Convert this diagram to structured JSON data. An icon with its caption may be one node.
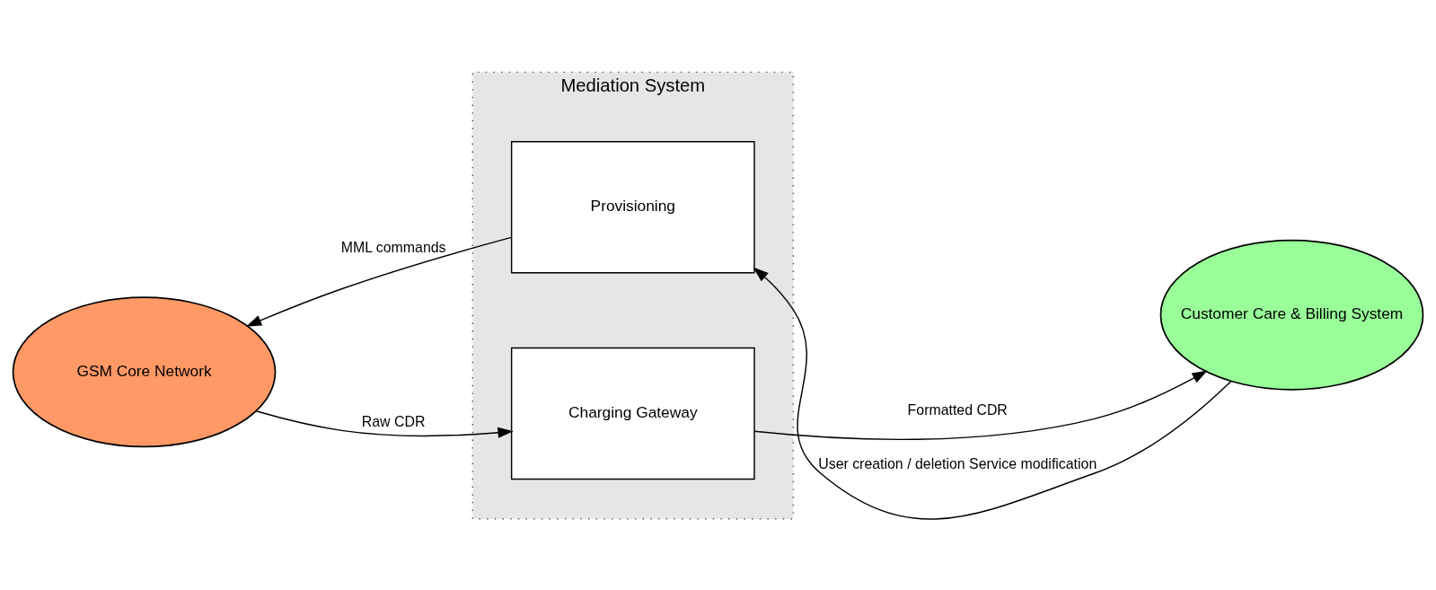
{
  "diagram": {
    "nodes": [
      {
        "text": [
          "Mediation System"
        ]
      },
      {
        "text": [
          "Provisioning"
        ],
        "in": 0
      },
      {
        "text": [
          "Charging Gateway"
        ],
        "in": 0
      },
      {
        "text": [
          "GSM Core Network"
        ]
      },
      {
        "text": [
          "Customer Care & Billing System"
        ]
      }
    ],
    "edges": [
      {
        "from": 1,
        "to": 3,
        "arrow": "to",
        "label": "MML commands"
      },
      {
        "from": 4,
        "to": 1,
        "arrow": "to",
        "label": "User creation / deletion Service modification"
      },
      {
        "from": 3,
        "to": 2,
        "arrow": "to",
        "label": "Raw CDR"
      },
      {
        "from": 2,
        "to": 4,
        "arrow": "to",
        "label": "Formatted CDR"
      }
    ]
  }
}
